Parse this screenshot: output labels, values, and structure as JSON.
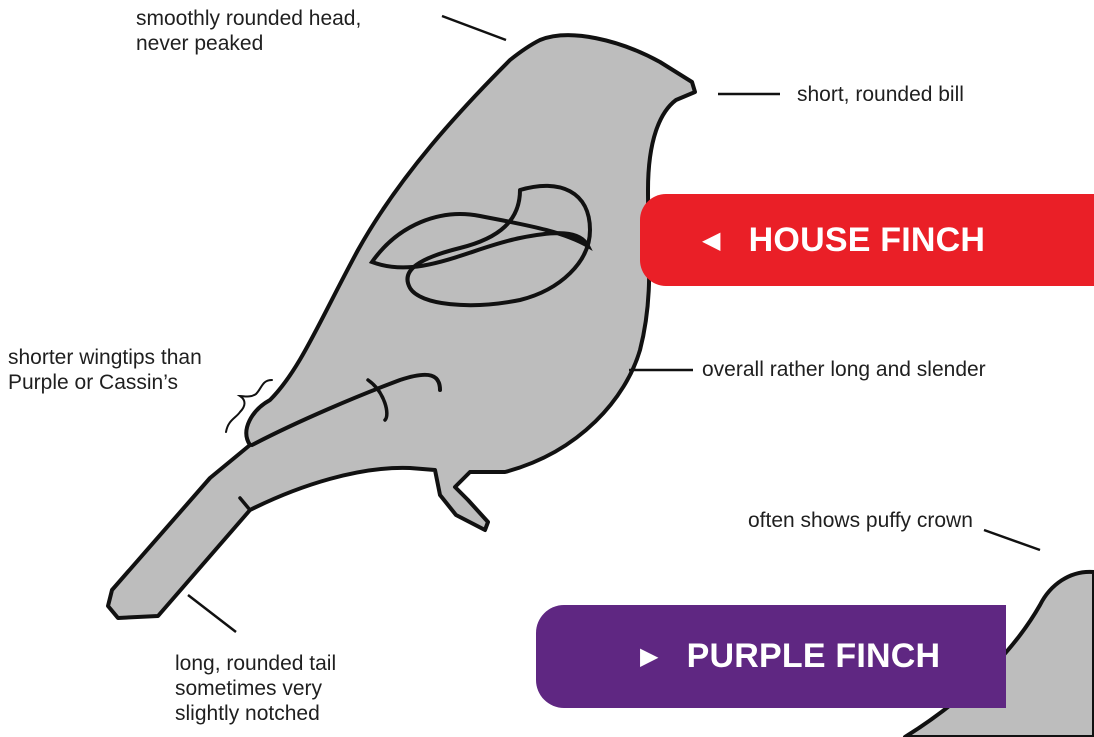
{
  "colors": {
    "house_finch_banner": "#ea1f27",
    "purple_finch_banner": "#5f2782",
    "bird_fill": "#bdbdbd",
    "outline": "#111111"
  },
  "icons": {
    "house_arrow": "triangle-left-icon",
    "purple_arrow": "triangle-right-icon"
  },
  "banners": {
    "house": {
      "arrow": "◀",
      "label": "HOUSE FINCH"
    },
    "purple": {
      "arrow": "▶",
      "label": "PURPLE FINCH"
    }
  },
  "annotations": {
    "head": [
      "smoothly rounded head,",
      "never peaked"
    ],
    "bill": "short, rounded bill",
    "body": "overall rather long and slender",
    "wingtips": [
      "shorter wingtips than",
      "Purple or Cassin’s"
    ],
    "tail": [
      "long, rounded tail",
      "sometimes very",
      "slightly notched"
    ],
    "crown": "often shows puffy crown"
  }
}
